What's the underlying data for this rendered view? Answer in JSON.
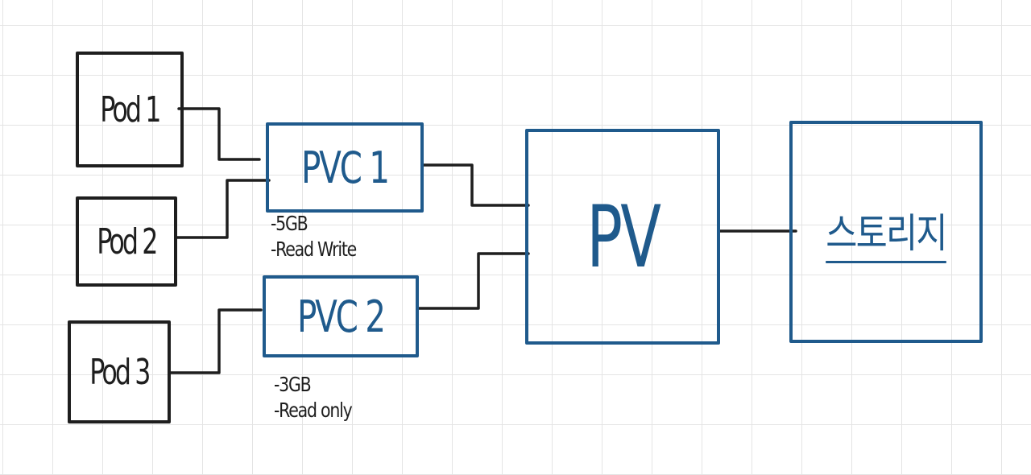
{
  "nodes": {
    "pod1": "Pod 1",
    "pod2": "Pod 2",
    "pod3": "Pod 3",
    "pvc1": "PVC 1",
    "pvc2": "PVC 2",
    "pv": "PV",
    "storage": "스토리지"
  },
  "pvc1_spec": [
    "-5GB",
    "-Read Write"
  ],
  "pvc2_spec": [
    "-3GB",
    "-Read only"
  ],
  "colors": {
    "ink": "#1e1e1e",
    "blue": "#1f5a8c",
    "grid": "#e4e4e4"
  }
}
